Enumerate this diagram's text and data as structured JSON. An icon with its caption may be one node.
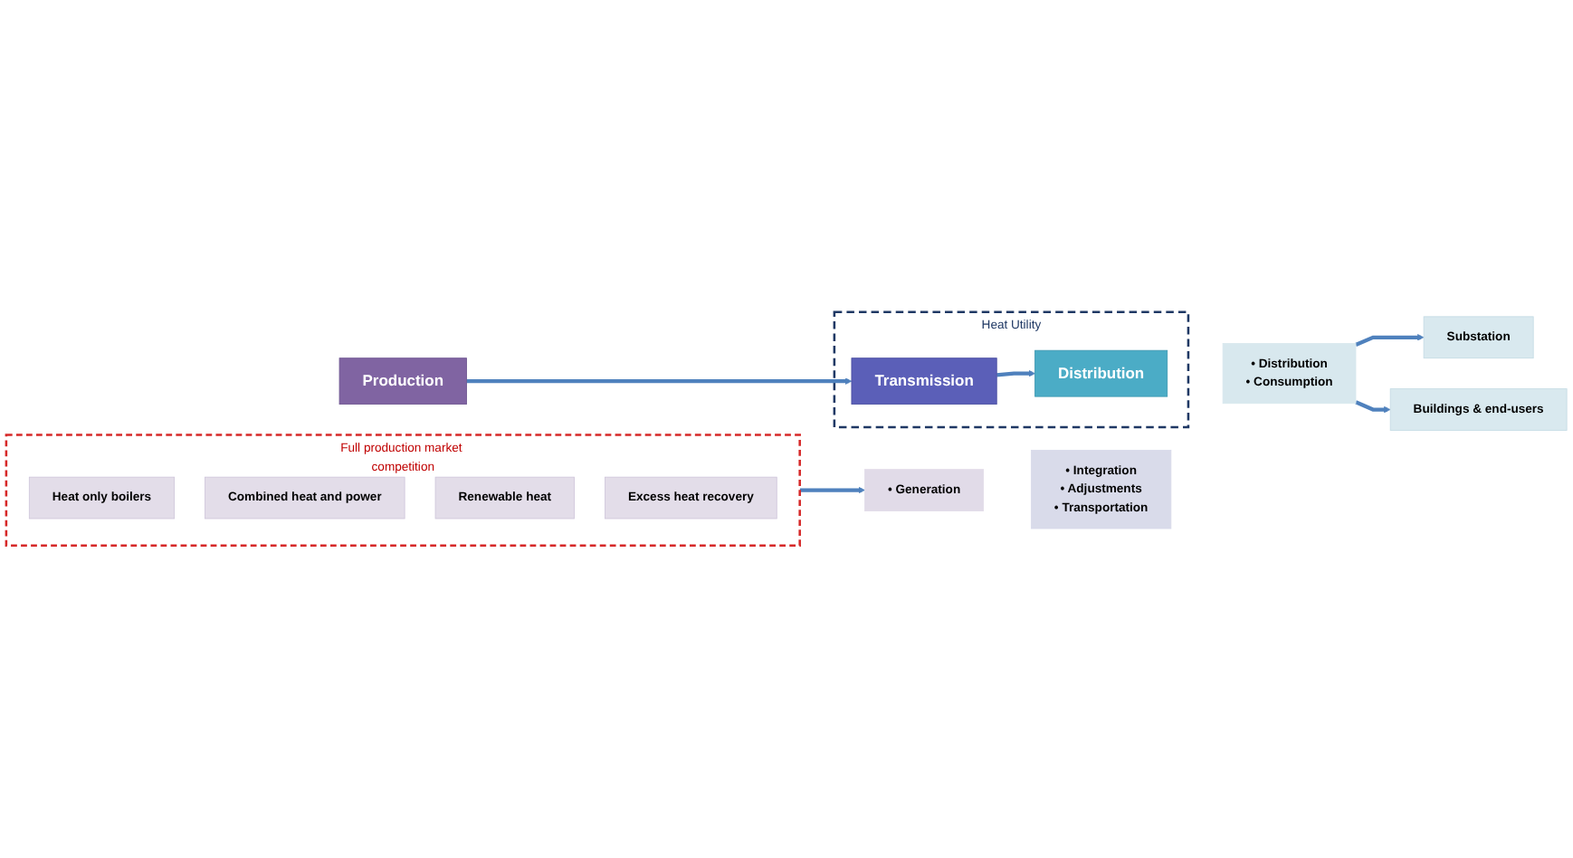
{
  "diagram": {
    "nodes": [
      {
        "text": [
          "Production"
        ]
      },
      {
        "text": [
          "• Generation"
        ]
      },
      {
        "text": [
          "Full production market competition"
        ]
      },
      {
        "text": [
          "Heat only boilers"
        ],
        "in": 2
      },
      {
        "text": [
          "Combined heat and power"
        ],
        "in": 2
      },
      {
        "text": [
          "Renewable heat"
        ],
        "in": 2
      },
      {
        "text": [
          "Excess heat recovery"
        ],
        "in": 2
      },
      {
        "text": [
          "Heat Utility"
        ]
      },
      {
        "text": [
          "Transmission"
        ],
        "in": 7
      },
      {
        "text": [
          "• Integration",
          "• Adjustments",
          "• Transportation"
        ]
      },
      {
        "text": [
          "Distribution"
        ],
        "in": 7
      },
      {
        "text": [
          "• Distribution",
          "• Consumption"
        ]
      },
      {
        "text": [
          "Substation"
        ]
      },
      {
        "text": [
          "Buildings & end-users"
        ]
      }
    ],
    "edges": [
      {
        "from": 2,
        "to": 1,
        "arrow": "to"
      },
      {
        "from": 0,
        "to": 8,
        "arrow": "to"
      },
      {
        "from": 8,
        "to": 10,
        "arrow": "to"
      },
      {
        "from": 11,
        "to": 12,
        "arrow": "to"
      },
      {
        "from": 11,
        "to": 13,
        "arrow": "to"
      }
    ]
  }
}
